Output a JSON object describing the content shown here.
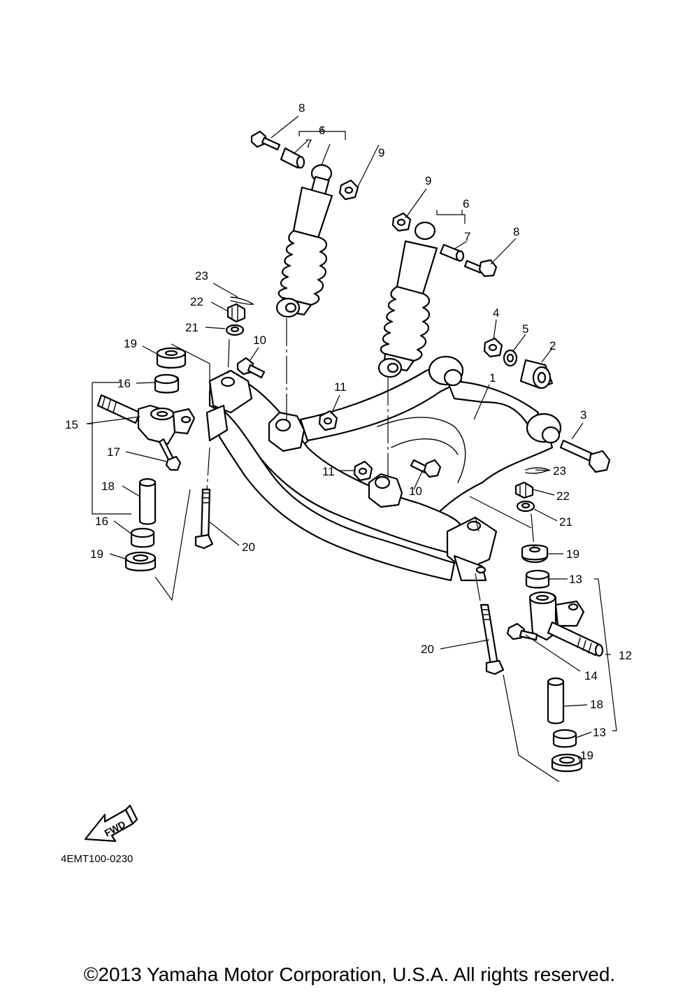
{
  "diagram_code": "4EMT100-0230",
  "fwd_label": "FWD",
  "copyright": "©2013 Yamaha Motor Corporation, U.S.A. All rights reserved.",
  "callouts": [
    {
      "id": "c8a",
      "label": "8"
    },
    {
      "id": "c6a",
      "label": "6"
    },
    {
      "id": "c7a",
      "label": "7"
    },
    {
      "id": "c9a",
      "label": "9"
    },
    {
      "id": "c9b",
      "label": "9"
    },
    {
      "id": "c6b",
      "label": "6"
    },
    {
      "id": "c7b",
      "label": "7"
    },
    {
      "id": "c8b",
      "label": "8"
    },
    {
      "id": "c23a",
      "label": "23"
    },
    {
      "id": "c22a",
      "label": "22"
    },
    {
      "id": "c21a",
      "label": "21"
    },
    {
      "id": "c19a",
      "label": "19"
    },
    {
      "id": "c10a",
      "label": "10"
    },
    {
      "id": "c4",
      "label": "4"
    },
    {
      "id": "c5",
      "label": "5"
    },
    {
      "id": "c2",
      "label": "2"
    },
    {
      "id": "c1",
      "label": "1"
    },
    {
      "id": "c3",
      "label": "3"
    },
    {
      "id": "c16a",
      "label": "16"
    },
    {
      "id": "c11a",
      "label": "11"
    },
    {
      "id": "c15",
      "label": "15"
    },
    {
      "id": "c17",
      "label": "17"
    },
    {
      "id": "c23b",
      "label": "23"
    },
    {
      "id": "c11b",
      "label": "11"
    },
    {
      "id": "c10b",
      "label": "10"
    },
    {
      "id": "c22b",
      "label": "22"
    },
    {
      "id": "c18a",
      "label": "18"
    },
    {
      "id": "c21b",
      "label": "21"
    },
    {
      "id": "c16b",
      "label": "16"
    },
    {
      "id": "c20a",
      "label": "20"
    },
    {
      "id": "c19b",
      "label": "19"
    },
    {
      "id": "c19c",
      "label": "19"
    },
    {
      "id": "c13a",
      "label": "13"
    },
    {
      "id": "c20b",
      "label": "20"
    },
    {
      "id": "c12",
      "label": "12"
    },
    {
      "id": "c14",
      "label": "14"
    },
    {
      "id": "c18b",
      "label": "18"
    },
    {
      "id": "c13b",
      "label": "13"
    },
    {
      "id": "c19d",
      "label": "19"
    }
  ]
}
